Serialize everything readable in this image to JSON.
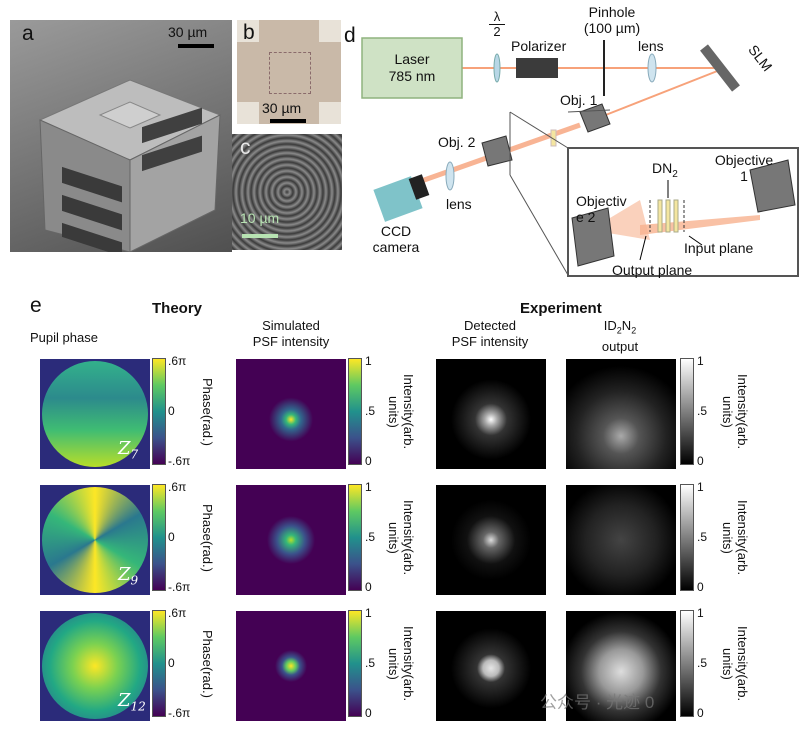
{
  "panel_labels": {
    "a": "a",
    "b": "b",
    "c": "c",
    "d": "d",
    "e": "e"
  },
  "scalebars": {
    "a": "30 µm",
    "b": "30 µm",
    "c": "10 µm"
  },
  "setup": {
    "laser_line1": "Laser",
    "laser_line2": "785 nm",
    "lambda_num": "λ",
    "lambda_den": "2",
    "polarizer": "Polarizer",
    "pinhole_line1": "Pinhole",
    "pinhole_line2": "(100 µm)",
    "lens_top": "lens",
    "slm": "SLM",
    "obj1": "Obj. 1",
    "obj2": "Obj. 2",
    "lens_bottom": "lens",
    "ccd_line1": "CCD",
    "ccd_line2": "camera",
    "inset_dn": "DN",
    "inset_dn_sub": "2",
    "inset_objective1_line1": "Objective",
    "inset_objective1_line2": "1",
    "inset_objective2_line1": "Objectiv",
    "inset_objective2_line2": "e 2",
    "inset_input": "Input plane",
    "inset_output": "Output plane"
  },
  "panel_e": {
    "theory_heading": "Theory",
    "experiment_heading": "Experiment",
    "col_pupil": "Pupil phase",
    "col_sim_line1": "Simulated",
    "col_sim_line2": "PSF intensity",
    "col_det_line1": "Detected",
    "col_det_line2": "PSF intensity",
    "col_id_pre": "ID",
    "col_id_sub1": "2",
    "col_id_mid": "N",
    "col_id_sub2": "2",
    "col_id_line2": "output",
    "phase_axis_line1": "Phase",
    "phase_axis_line2": "(rad.)",
    "int_axis_line1": "Intensity",
    "int_axis_line2": "(arb. units)",
    "phase_ticks": [
      ".6π",
      "0",
      "-.6π"
    ],
    "int_ticks": [
      "1",
      ".5",
      "0"
    ],
    "rows": [
      {
        "zernike": "Z",
        "sub": "7"
      },
      {
        "zernike": "Z",
        "sub": "9"
      },
      {
        "zernike": "Z",
        "sub": "12"
      }
    ]
  },
  "watermark": "公众号 · 光迹 0",
  "colors": {
    "laser_box": "#cfe2c5",
    "laser_border": "#8fb37e",
    "beam": "#f7a27a",
    "ccd": "#7fc3c9",
    "inset_border": "#555555"
  }
}
